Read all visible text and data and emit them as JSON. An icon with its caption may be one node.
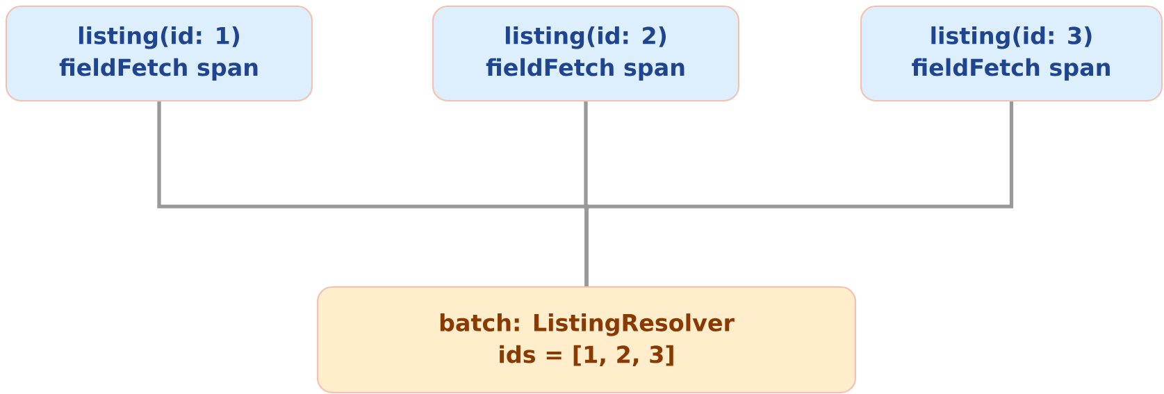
{
  "diagram": {
    "nodes": [
      {
        "text": [
          "listing(id: 1)",
          "fieldFetch span"
        ]
      },
      {
        "text": [
          "listing(id: 2)",
          "fieldFetch span"
        ]
      },
      {
        "text": [
          "listing(id: 3)",
          "fieldFetch span"
        ]
      },
      {
        "text": [
          "batch: ListingResolver",
          "ids = [1, 2, 3]"
        ]
      }
    ],
    "edges": [
      {
        "from": 0,
        "to": 3,
        "arrow": "none"
      },
      {
        "from": 1,
        "to": 3,
        "arrow": "none"
      },
      {
        "from": 2,
        "to": 3,
        "arrow": "none"
      }
    ]
  }
}
